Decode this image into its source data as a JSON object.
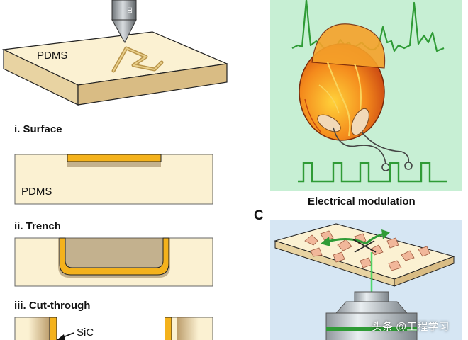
{
  "labels": {
    "pdms_top": "PDMS",
    "surface": "i. Surface",
    "pdms_mid": "PDMS",
    "trench": "ii. Trench",
    "cut_through": "iii. Cut-through",
    "sic": "SiC",
    "electrical_modulation": "Electrical modulation",
    "panel_c": "C",
    "watermark": "头条 @工程学习"
  },
  "colors": {
    "pdms_fill": "#fbf1d2",
    "pdms_dark": "#d7b97f",
    "sic_fill": "#f4b21c",
    "ecg_trace": "#2f9b36",
    "panel_b_bg": "#c7efd4",
    "panel_c_bg": "#d6e6f3",
    "heart": "#f07a1c",
    "laser": "#39d65a"
  },
  "icons": {
    "top_tool": "laser-nozzle-icon",
    "heart": "heart-icon",
    "objective": "microscope-objective-icon"
  }
}
